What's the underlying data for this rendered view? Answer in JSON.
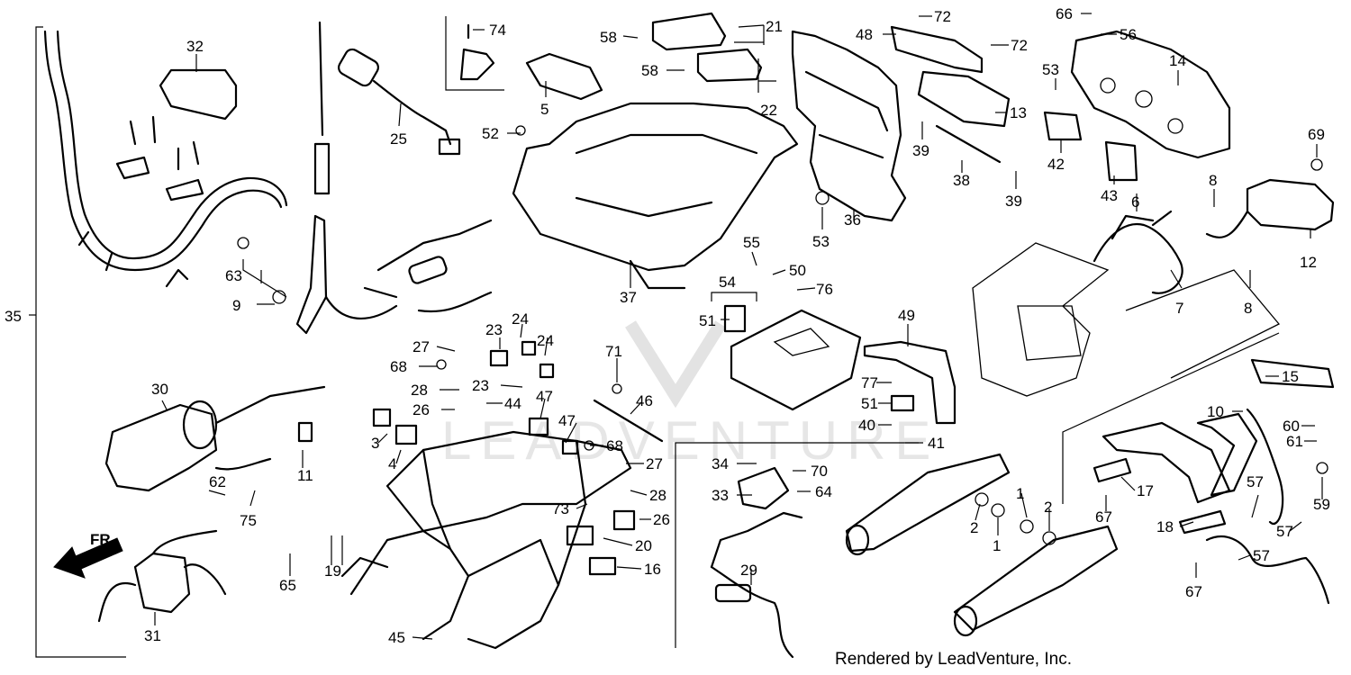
{
  "watermark": "LEADVENTURE",
  "credit": "Rendered by LeadVenture, Inc.",
  "direction_label": "FR.",
  "callouts": {
    "c32": "32",
    "c74": "74",
    "c58a": "58",
    "c21": "21",
    "c58b": "58",
    "c22": "22",
    "c5": "5",
    "c52": "52",
    "c25": "25",
    "c72a": "72",
    "c48": "48",
    "c72b": "72",
    "c13": "13",
    "c39a": "39",
    "c38": "38",
    "c39b": "39",
    "c36": "36",
    "c53a": "53",
    "c66": "66",
    "c56": "56",
    "c53b": "53",
    "c14": "14",
    "c42": "42",
    "c43": "43",
    "c6": "6",
    "c69": "69",
    "c8a": "8",
    "c12": "12",
    "c8b": "8",
    "c7": "7",
    "c35": "35",
    "c63": "63",
    "c9": "9",
    "c37": "37",
    "c55": "55",
    "c50": "50",
    "c54": "54",
    "c76": "76",
    "c51a": "51",
    "c49": "49",
    "c30": "30",
    "c27a": "27",
    "c68a": "68",
    "c28a": "28",
    "c23a": "23",
    "c24a": "24",
    "c24b": "24",
    "c23b": "23",
    "c44": "44",
    "c26a": "26",
    "c47a": "47",
    "c71": "71",
    "c46": "46",
    "c77": "77",
    "c51b": "51",
    "c40": "40",
    "c41": "41",
    "c15": "15",
    "c10": "10",
    "c60": "60",
    "c61": "61",
    "c3": "3",
    "c4": "4",
    "c11": "11",
    "c47b": "47",
    "c68b": "68",
    "c27b": "27",
    "c34": "34",
    "c70": "70",
    "c33": "33",
    "c64": "64",
    "c62": "62",
    "c75": "75",
    "c28b": "28",
    "c73": "73",
    "c26b": "26",
    "c1a": "1",
    "c2a": "2",
    "c2b": "2",
    "c1b": "1",
    "c17": "17",
    "c67a": "67",
    "c57a": "57",
    "c59": "59",
    "c18": "18",
    "c57b": "57",
    "c57c": "57",
    "c67b": "67",
    "c20": "20",
    "c16": "16",
    "c29": "29",
    "c65": "65",
    "c19": "19",
    "c31": "31",
    "c45": "45"
  }
}
